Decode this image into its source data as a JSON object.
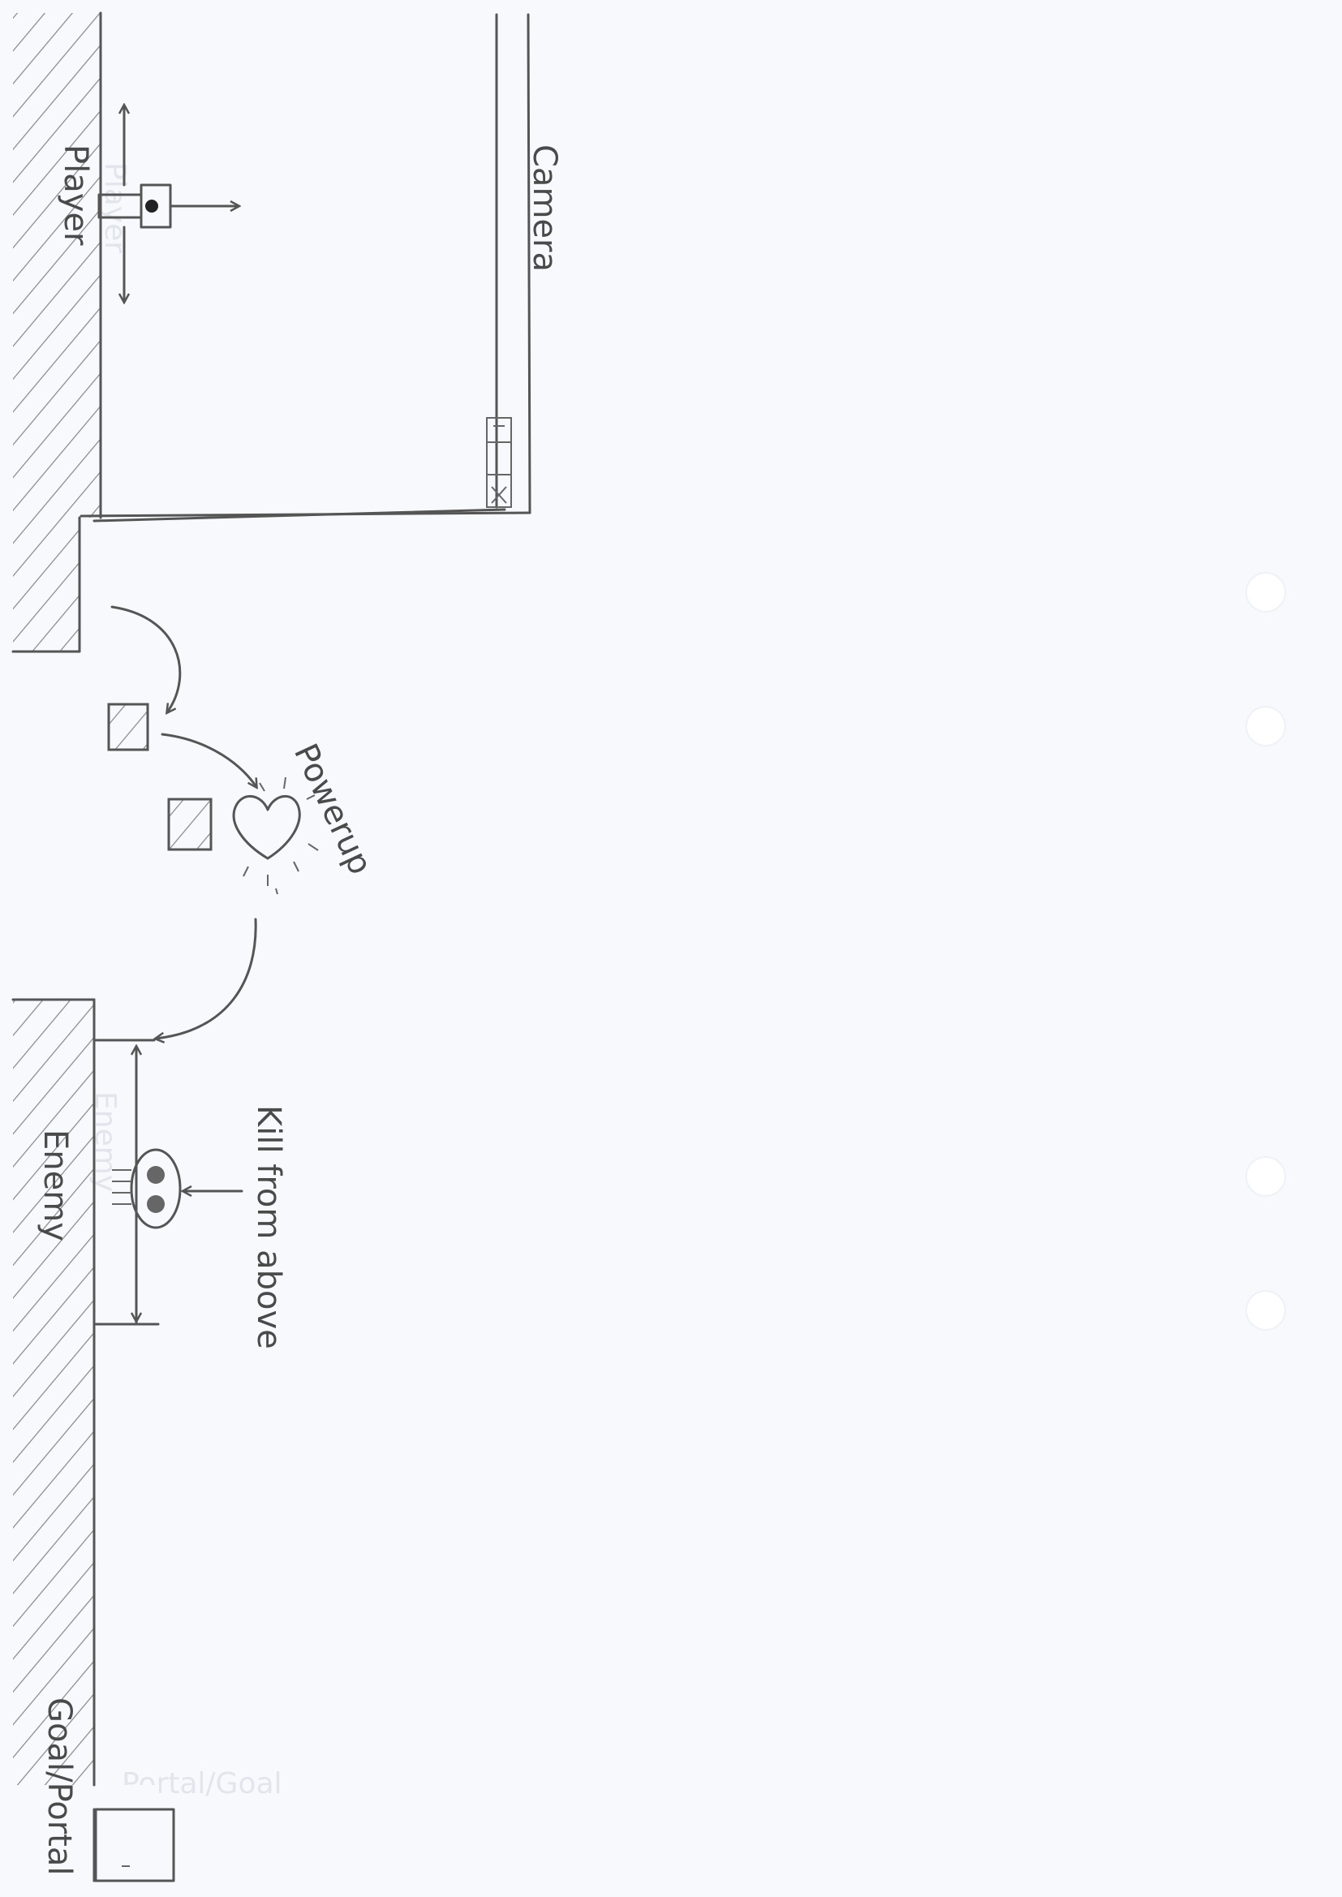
{
  "labels": {
    "player": "Player",
    "camera": "Camera",
    "powerup": "Powerup",
    "enemy": "Enemy",
    "kill_from_above": "Kill from above",
    "goal_portal": "Goal/Portal"
  },
  "colors": {
    "paper": "#f7f9fd",
    "pencil": "#555555",
    "hatch": "#8a8a8a"
  },
  "icons": {
    "player": "player-box-icon",
    "powerup": "heart-icon",
    "enemy": "skull-icon",
    "camera_controls": "window-controls-icon",
    "goal": "door-icon"
  }
}
